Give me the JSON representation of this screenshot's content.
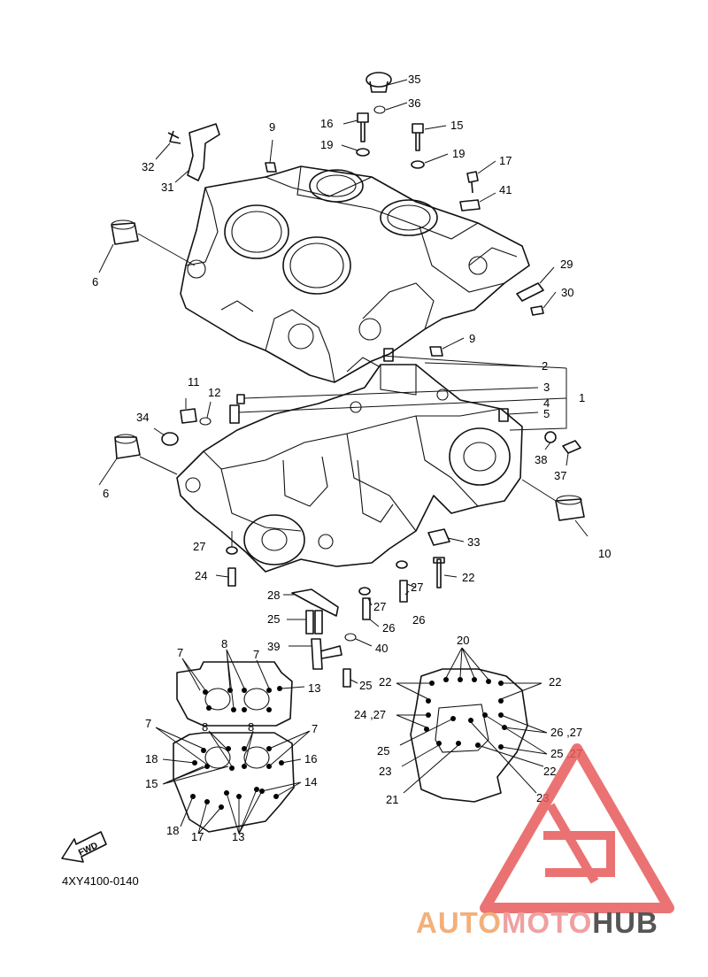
{
  "diagram": {
    "part_code": "4XY4100-0140",
    "fwd_label": "FWD",
    "callouts": {
      "c35": "35",
      "c36": "36",
      "c16": "16",
      "c15": "15",
      "c9a": "9",
      "c19a": "19",
      "c19b": "19",
      "c17": "17",
      "c41": "41",
      "c32": "32",
      "c31": "31",
      "c6a": "6",
      "c29": "29",
      "c30": "30",
      "c9b": "9",
      "c2": "2",
      "c3": "3",
      "c1": "1",
      "c4": "4",
      "c5": "5",
      "c11": "11",
      "c12": "12",
      "c34": "34",
      "c38": "38",
      "c37": "37",
      "c6b": "6",
      "c10": "10",
      "c33": "33",
      "c27a": "27",
      "c24": "24",
      "c22a": "22",
      "c27b": "27",
      "c28": "28",
      "c27c": "27",
      "c26a": "26",
      "c25a": "25",
      "c26b": "26",
      "c39": "39",
      "c40": "40",
      "c25b": "25",
      "u7a": "7",
      "u8a": "8",
      "u7b": "7",
      "u13a": "13",
      "u7c": "7",
      "u8b": "8",
      "u8c": "8",
      "u7d": "7",
      "u18a": "18",
      "u16": "16",
      "u15": "15",
      "u14": "14",
      "u18b": "18",
      "u17": "17",
      "u13b": "13",
      "l20": "20",
      "l22a": "22",
      "l22b": "22",
      "l2427": "24 ,27",
      "l2627": "26 ,27",
      "l25a": "25",
      "l2527": "25 ,27",
      "l23a": "23",
      "l22c": "22",
      "l21": "21",
      "l23b": "23"
    }
  },
  "watermark": {
    "auto": "AUTO",
    "moto": "MOTO",
    "hub": "HUB",
    "colors": {
      "auto": "#f2b07a",
      "moto": "#f0a0a0",
      "hub": "#555555",
      "logo": "#e85a5a"
    }
  }
}
